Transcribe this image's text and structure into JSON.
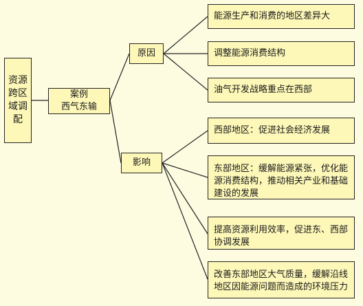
{
  "root": {
    "label": "资源跨区域调配"
  },
  "case": {
    "line1": "案例",
    "line2": "西气东输"
  },
  "branches": {
    "reason": {
      "label": "原因",
      "items": [
        "能源生产和消费的地区差异大",
        "调整能源消费结构",
        "油气开发战略重点在西部"
      ]
    },
    "impact": {
      "label": "影响",
      "items": [
        "西部地区：促进社会经济发展",
        "东部地区：缓解能源紧张，优化能源消费结构，推动相关产业和基础建设的发展",
        "提高资源利用效率，促进东、西部协调发展",
        "改善东部地区大气质量，缓解沿线地区因能源问题而造成的环境压力"
      ]
    }
  }
}
